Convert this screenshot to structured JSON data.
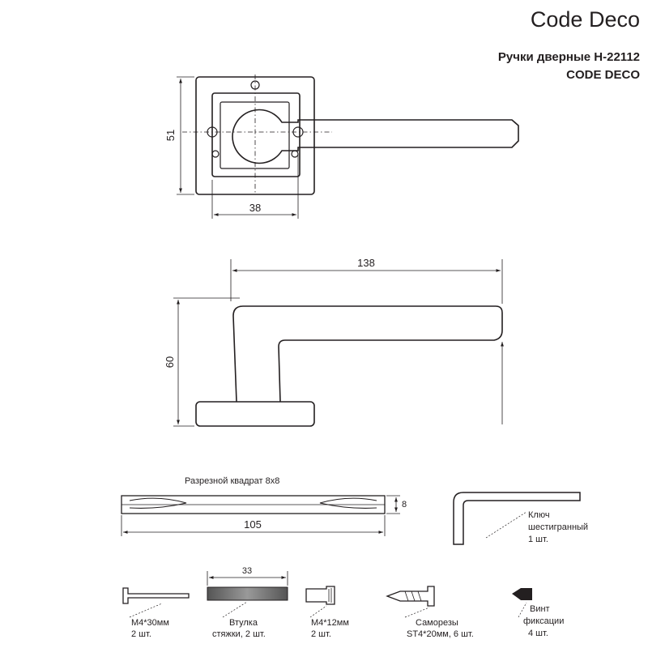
{
  "header": {
    "brand": "Code Deco",
    "title_line1": "Ручки дверные H-22112",
    "title_line2": "CODE DECO"
  },
  "dimensions": {
    "rosette_height": "51",
    "rosette_width": "38",
    "handle_length": "138",
    "handle_height": "60",
    "spindle_length": "105",
    "spindle_size": "8",
    "sleeve_length": "33"
  },
  "parts": {
    "spindle_title": "Разрезной квадрат 8x8",
    "hex_key": {
      "line1": "Ключ",
      "line2": "шестигранный",
      "qty": "1 шт."
    },
    "screw_m4x30": {
      "name": "M4*30мм",
      "qty": "2 шт."
    },
    "sleeve": {
      "line1": "Втулка",
      "line2": "стяжки, 2 шт."
    },
    "screw_m4x12": {
      "name": "M4*12мм",
      "qty": "2 шт."
    },
    "self_tapping": {
      "line1": "Саморезы",
      "line2": "ST4*20мм, 6 шт."
    },
    "set_screw": {
      "line1": "Винт",
      "line2": "фиксации",
      "qty": "4 шт."
    }
  }
}
